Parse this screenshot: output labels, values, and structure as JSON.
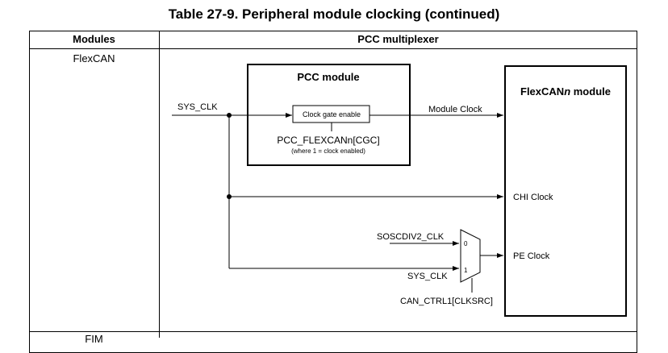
{
  "title": "Table 27-9.   Peripheral module clocking (continued)",
  "table": {
    "headers": [
      "Modules",
      "PCC multiplexer"
    ],
    "rows": [
      {
        "module": "FlexCAN"
      },
      {
        "module": "FIM"
      }
    ]
  },
  "diagram": {
    "pcc_module_title": "PCC module",
    "clock_gate_label": "Clock gate enable",
    "cgc_label": "PCC_FLEXCANn[CGC]",
    "cgc_note": "(where 1 = clock enabled)",
    "sys_clk_in": "SYS_CLK",
    "module_clock": "Module Clock",
    "flexcan_title_prefix": "FlexCAN",
    "flexcan_title_n": "n",
    "flexcan_title_suffix": " module",
    "chi_clock": "CHI Clock",
    "soscdiv2_clk": "SOSCDIV2_CLK",
    "mux_in0": "0",
    "mux_in1": "1",
    "sys_clk_mux": "SYS_CLK",
    "pe_clock": "PE Clock",
    "clksrc_label": "CAN_CTRL1[CLKSRC]"
  }
}
